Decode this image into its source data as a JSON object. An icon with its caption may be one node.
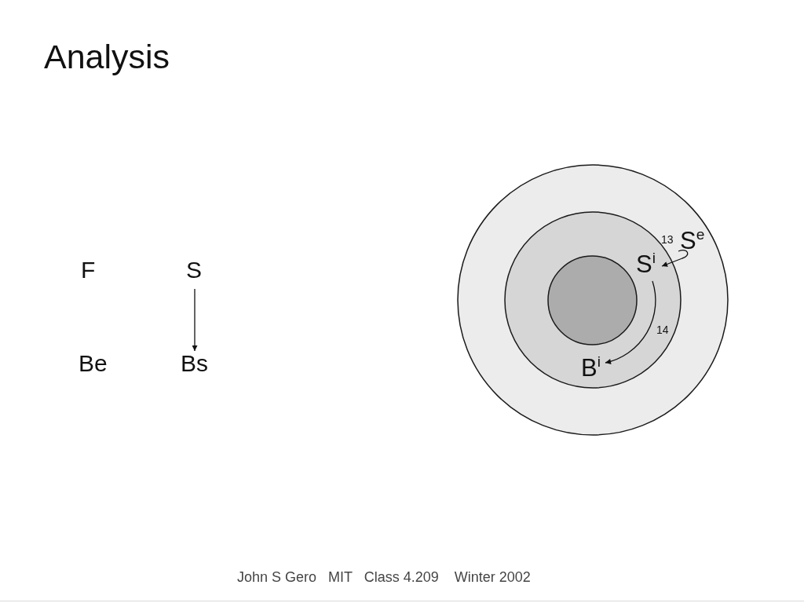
{
  "diagram": {
    "title": "Analysis",
    "nodes": [
      {
        "text": [
          "F"
        ]
      },
      {
        "text": [
          "S"
        ]
      },
      {
        "text": [
          "Be"
        ]
      },
      {
        "text": [
          "Bs"
        ]
      },
      {
        "text": [],
        "shape": "circle"
      },
      {
        "text": [],
        "shape": "circle",
        "in": 4
      },
      {
        "text": [],
        "shape": "circle",
        "in": 5
      },
      {
        "text": [
          "S$^{e}$"
        ],
        "in": 4
      },
      {
        "text": [
          "S$^{i}$"
        ],
        "in": 5
      },
      {
        "text": [
          "B$^{i}$"
        ],
        "in": 5
      }
    ],
    "edges": [
      {
        "from": 1,
        "to": 3,
        "arrow": "to"
      },
      {
        "from": 7,
        "to": 8,
        "arrow": "to",
        "label": "13"
      },
      {
        "from": 8,
        "to": 9,
        "arrow": "to",
        "label": "14"
      }
    ],
    "labels": [
      "John S Gero   MIT   Class 4.209    Winter 2002"
    ]
  }
}
